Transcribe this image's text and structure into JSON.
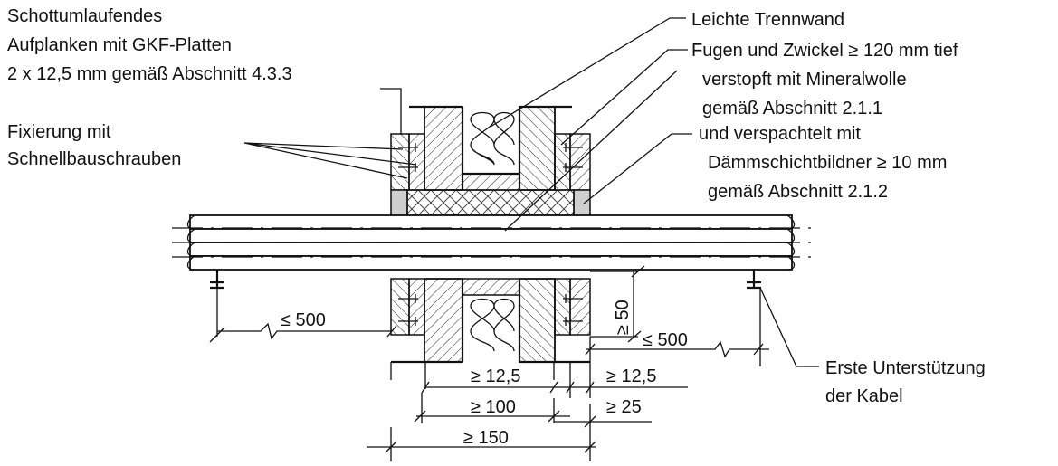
{
  "labels": {
    "schott_1": "Schottumlaufendes",
    "schott_2": "Aufplanken mit GKF-Platten",
    "schott_3": "2 x 12,5 mm gemäß Abschnitt 4.3.3",
    "fix_1": "Fixierung mit",
    "fix_2": "Schnellbauschrauben",
    "trennwand": "Leichte Trennwand",
    "fugen_1": "Fugen und Zwickel ≥  120 mm tief",
    "fugen_2": "verstopft mit Mineralwolle",
    "fugen_3": "gemäß Abschnitt 2.1.1",
    "spachtel_1": "und verspachtelt mit",
    "spachtel_2": "Dämmschichtbildner ≥  10 mm",
    "spachtel_3": "gemäß Abschnitt 2.1.2",
    "stuetz_1": "Erste Unterstützung",
    "stuetz_2": "der Kabel"
  },
  "dimensions": {
    "left_500": "≤ 500",
    "vert_50": "≥ 50",
    "right_500": "≤ 500",
    "plank_left": "≥ 12,5",
    "plank_right": "≥ 12,5",
    "wall_100": "≥ 100",
    "gap_25": "≥ 25",
    "total_150": "≥ 150"
  }
}
